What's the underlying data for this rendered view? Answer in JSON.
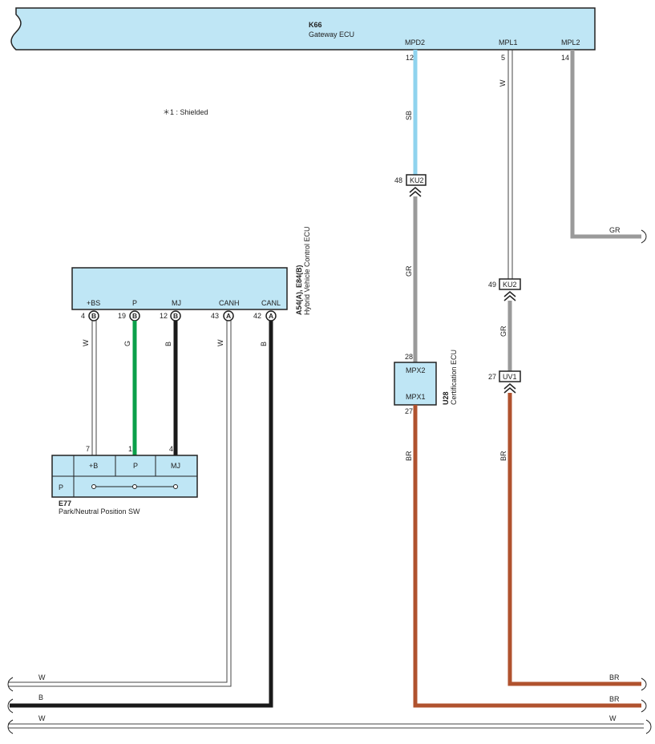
{
  "note": "＊1 : Shielded",
  "gateway": {
    "code": "K66",
    "name": "Gateway ECU",
    "pins": [
      {
        "name": "MPD2",
        "num": "12"
      },
      {
        "name": "MPL1",
        "num": "5"
      },
      {
        "name": "MPL2",
        "num": "14"
      }
    ]
  },
  "hv": {
    "code": "A54(A), E84(B)",
    "name": "Hybrid Vehicle Control ECU",
    "pins": [
      {
        "name": "+BS",
        "num": "4",
        "conn": "B"
      },
      {
        "name": "P",
        "num": "19",
        "conn": "B"
      },
      {
        "name": "MJ",
        "num": "12",
        "conn": "B"
      },
      {
        "name": "CANH",
        "num": "43",
        "conn": "A"
      },
      {
        "name": "CANL",
        "num": "42",
        "conn": "A"
      }
    ]
  },
  "sw": {
    "code": "E77",
    "name": "Park/Neutral Position SW",
    "cols": [
      "+B",
      "P",
      "MJ"
    ],
    "row_label": "P",
    "pins": [
      "7",
      "1",
      "4"
    ]
  },
  "cert": {
    "code": "U28",
    "name": "Certification ECU",
    "top": "MPX2",
    "bottom": "MPX1",
    "pin_top": "28",
    "pin_bottom": "27"
  },
  "connectors": [
    {
      "name": "KU2",
      "pin": "48"
    },
    {
      "name": "KU2",
      "pin": "49"
    },
    {
      "name": "UV1",
      "pin": "27"
    }
  ],
  "wire_labels": {
    "sb": "SB",
    "w": "W",
    "gr": "GR",
    "g": "G",
    "b": "B",
    "br": "BR"
  },
  "colors": {
    "ecu_fill": "#bfe6f5",
    "sb": "#8fd3ee",
    "gray": "#9a9a9a",
    "green": "#0aa04a",
    "black": "#1a1a1a",
    "brown": "#b0522e"
  }
}
